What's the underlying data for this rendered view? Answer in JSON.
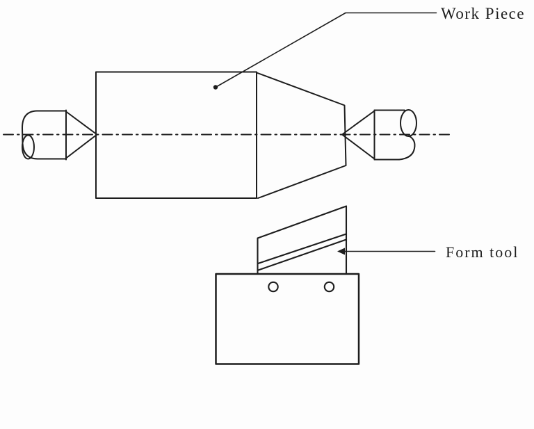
{
  "diagram": {
    "labels": {
      "work_piece": "Work Piece",
      "form_tool": "Form tool"
    },
    "colors": {
      "line": "#1d1d1d",
      "background": "#fdfdfd"
    },
    "parts": [
      "center-line",
      "left-lathe-center",
      "work-piece",
      "right-lathe-center",
      "form-tool",
      "tool-holder-block",
      "screw-holes"
    ]
  }
}
